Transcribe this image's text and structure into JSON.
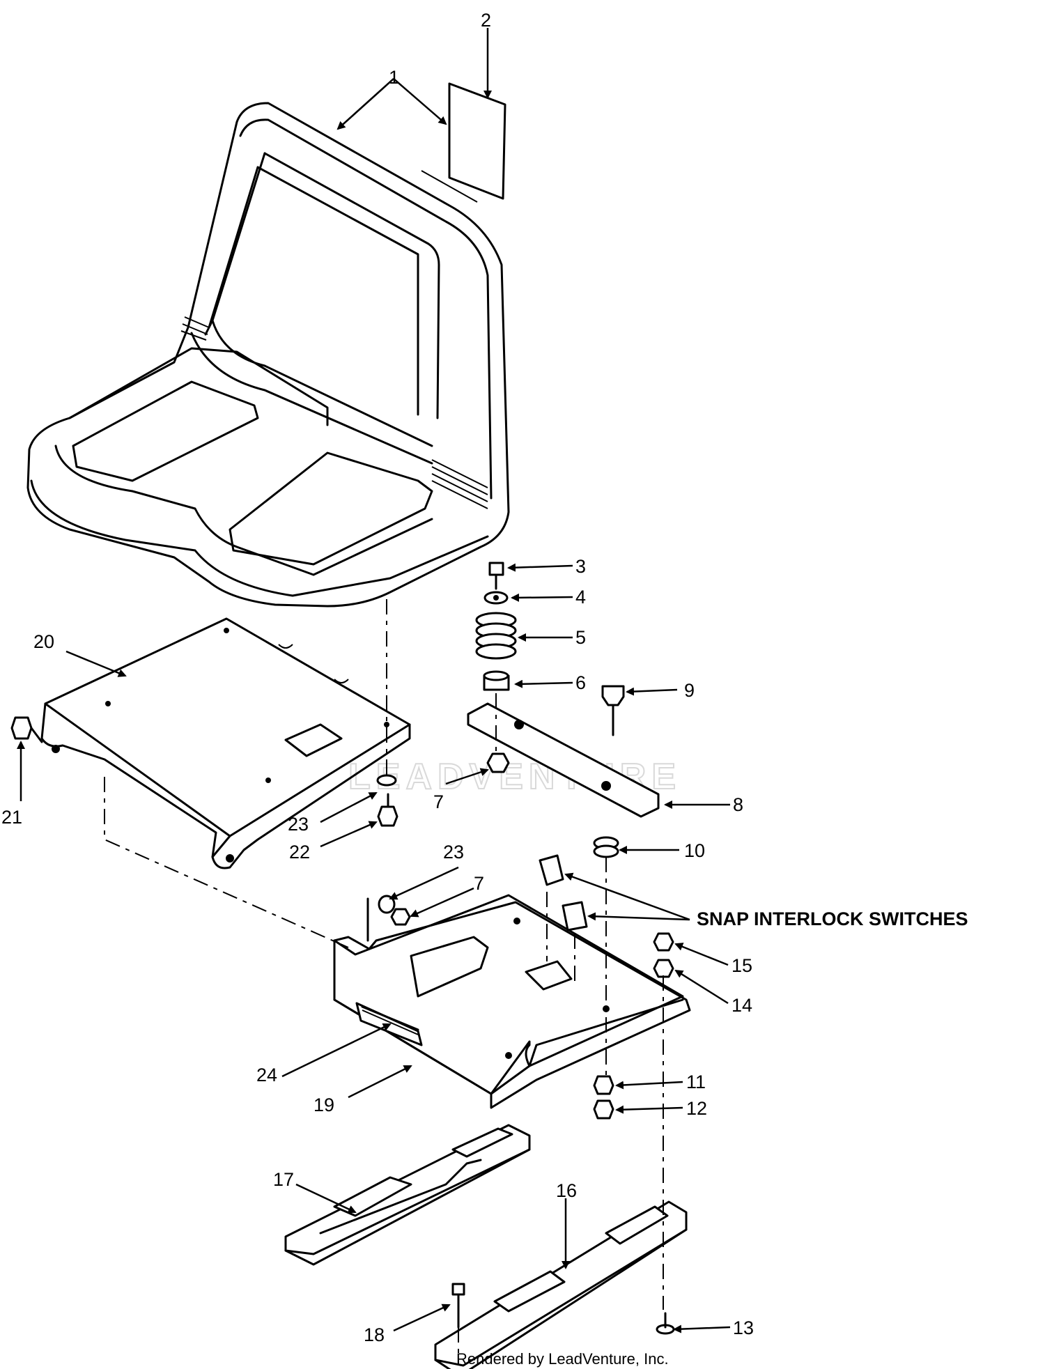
{
  "diagram": {
    "callout": "SNAP INTERLOCK SWITCHES",
    "footer": "Rendered by LeadVenture, Inc.",
    "watermark": "LEADVENTURE",
    "parts": [
      {
        "ref": "1"
      },
      {
        "ref": "2"
      },
      {
        "ref": "3"
      },
      {
        "ref": "4"
      },
      {
        "ref": "5"
      },
      {
        "ref": "6"
      },
      {
        "ref": "7"
      },
      {
        "ref": "8"
      },
      {
        "ref": "9"
      },
      {
        "ref": "10"
      },
      {
        "ref": "11"
      },
      {
        "ref": "12"
      },
      {
        "ref": "13"
      },
      {
        "ref": "14"
      },
      {
        "ref": "15"
      },
      {
        "ref": "16"
      },
      {
        "ref": "17"
      },
      {
        "ref": "18"
      },
      {
        "ref": "19"
      },
      {
        "ref": "20"
      },
      {
        "ref": "21"
      },
      {
        "ref": "22"
      },
      {
        "ref": "23"
      },
      {
        "ref": "7"
      },
      {
        "ref": "23"
      },
      {
        "ref": "24"
      }
    ]
  }
}
